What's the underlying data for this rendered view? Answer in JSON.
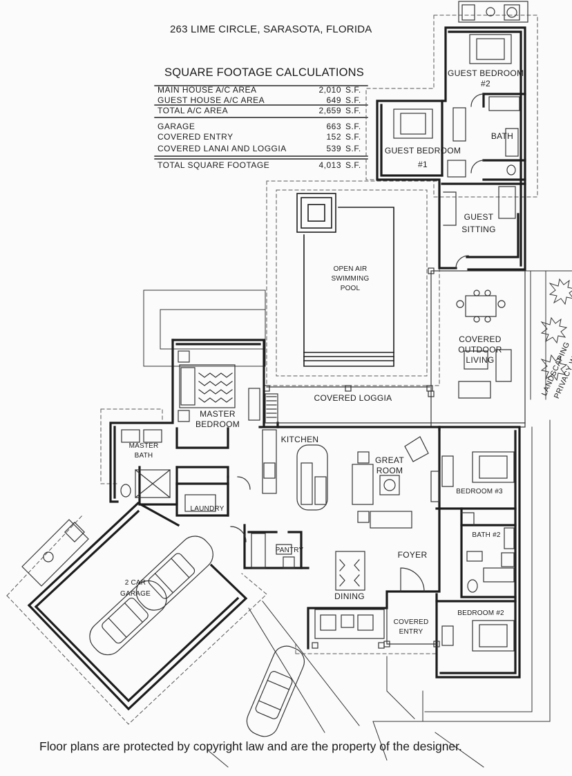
{
  "title": "263 LIME CIRCLE, SARASOTA, FLORIDA",
  "square_footage": {
    "heading": "SQUARE FOOTAGE CALCULATIONS",
    "rows": [
      {
        "label": "MAIN HOUSE A/C AREA",
        "value": "2,010",
        "unit": "S.F."
      },
      {
        "label": "GUEST HOUSE A/C AREA",
        "value": "649",
        "unit": "S.F."
      },
      {
        "label": "TOTAL A/C AREA",
        "value": "2,659",
        "unit": "S.F."
      },
      {
        "label": "GARAGE",
        "value": "663",
        "unit": "S.F."
      },
      {
        "label": "COVERED ENTRY",
        "value": "152",
        "unit": "S.F."
      },
      {
        "label": "COVERED LANAI AND LOGGIA",
        "value": "539",
        "unit": "S.F."
      },
      {
        "label": "TOTAL SQUARE FOOTAGE",
        "value": "4,013",
        "unit": "S.F."
      }
    ]
  },
  "rooms": {
    "guest_bedroom_2": {
      "line1": "GUEST BEDROOM",
      "line2": "#2"
    },
    "guest_bedroom_1": {
      "line1": "GUEST BEDROOM",
      "line2": "#1"
    },
    "bath": "BATH",
    "guest_sitting": {
      "line1": "GUEST",
      "line2": "SITTING"
    },
    "pool": {
      "line1": "OPEN AIR",
      "line2": "SWIMMING",
      "line3": "POOL"
    },
    "covered_outdoor": {
      "line1": "COVERED",
      "line2": "OUTDOOR",
      "line3": "LIVING"
    },
    "landscaping": "LANDSCAPING",
    "privacy_wall": "PRIVACY WALL",
    "covered_loggia": "COVERED LOGGIA",
    "master_bedroom": {
      "line1": "MASTER",
      "line2": "BEDROOM"
    },
    "kitchen": "KITCHEN",
    "great_room": {
      "line1": "GREAT",
      "line2": "ROOM"
    },
    "master_bath": {
      "line1": "MASTER",
      "line2": "BATH"
    },
    "bedroom_3": "BEDROOM #3",
    "laundry": "LAUNDRY",
    "bath_2": "BATH #2",
    "pantry": "PANTRY",
    "foyer": "FOYER",
    "garage": {
      "line1": "2 CAR",
      "line2": "GARAGE"
    },
    "dining": "DINING",
    "covered_entry": {
      "line1": "COVERED",
      "line2": "ENTRY"
    },
    "bedroom_2": "BEDROOM #2"
  },
  "footer": "Floor plans are protected by copyright law and are the property of the designer."
}
